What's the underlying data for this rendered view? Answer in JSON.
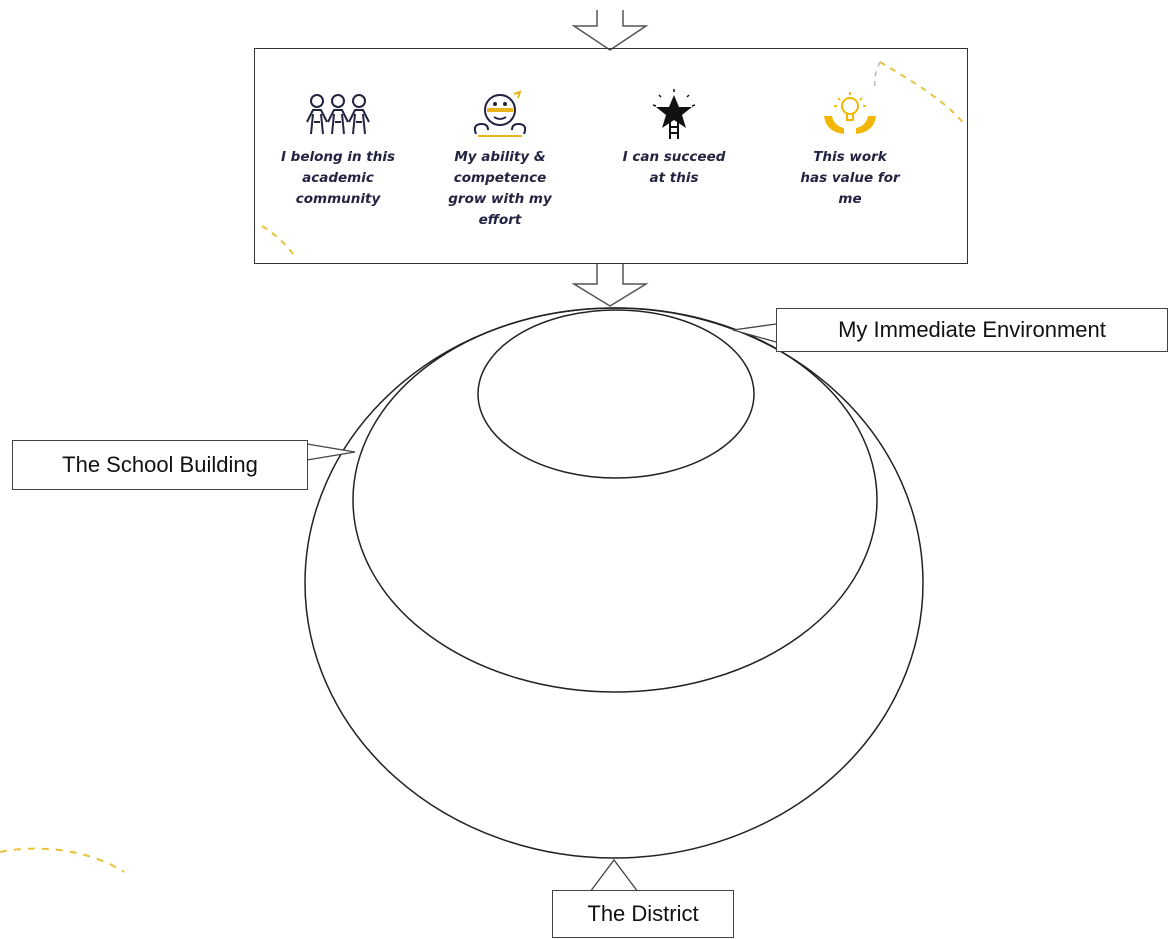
{
  "mindsets": [
    {
      "text": "I belong in this\nacademic\ncommunity",
      "icon": "people-group-icon",
      "accent": "#232342"
    },
    {
      "text": "My ability &\ncompetence\ngrow with my\neffort",
      "icon": "growth-mind-icon",
      "accent": "#e8b31c"
    },
    {
      "text": "I can succeed\nat this",
      "icon": "star-ladder-icon",
      "accent": "#232342"
    },
    {
      "text": "This work\nhas value for\nme",
      "icon": "lightbulb-hands-icon",
      "accent": "#f2b705"
    }
  ],
  "levels": {
    "immediate": "My Immediate Environment",
    "school": "The School Building",
    "district": "The District"
  },
  "colors": {
    "accent_yellow": "#e8c33a",
    "text_navy": "#232342",
    "line": "#222222"
  }
}
